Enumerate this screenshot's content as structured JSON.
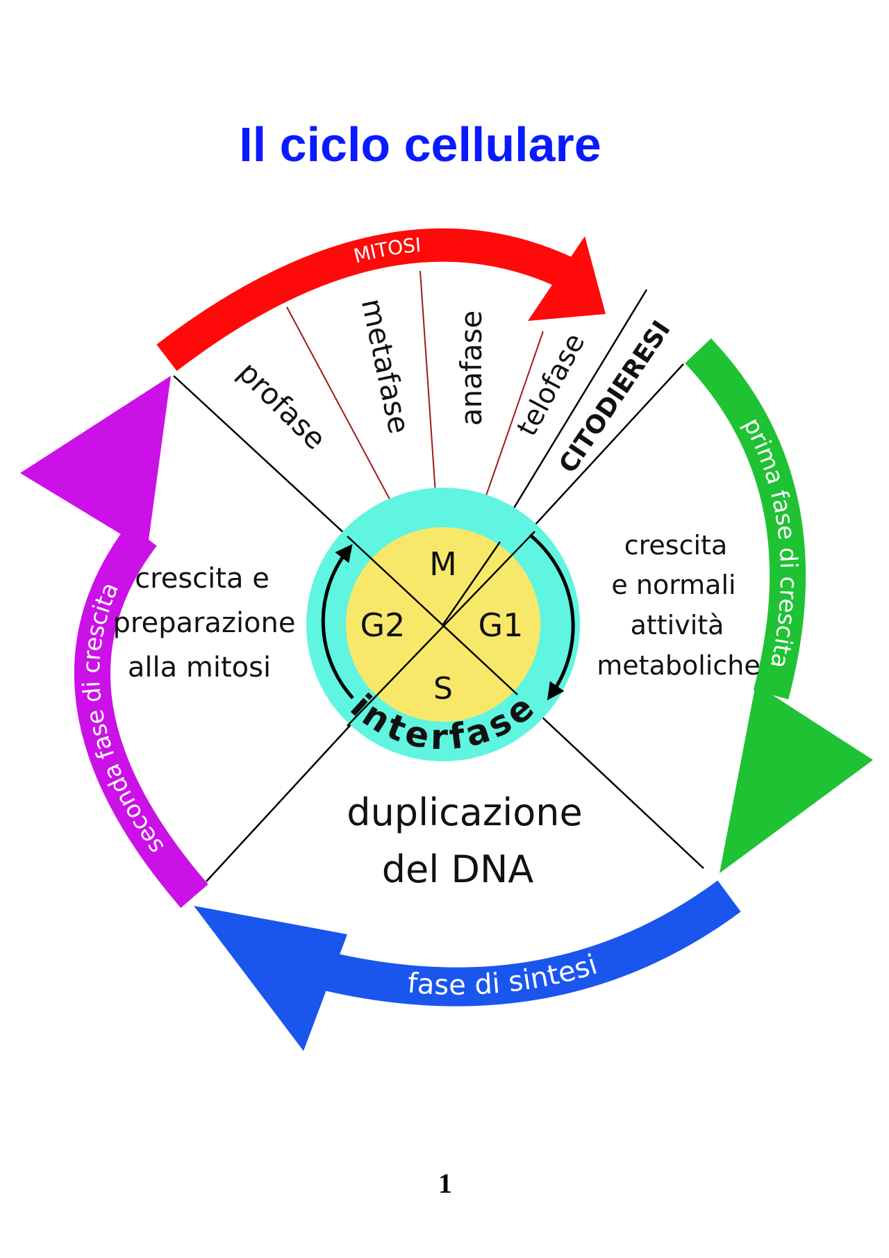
{
  "title": "Il ciclo cellulare",
  "page_number": "1",
  "colors": {
    "title": "#0a1aff",
    "mitosi_arrow": "#ff0a0a",
    "g1_arrow": "#1ec232",
    "s_arrow": "#1a55ee",
    "g2_arrow": "#cc10e8",
    "interphase_ring": "#5ff5e0",
    "core": "#f8e86a",
    "phase_lines": "#a01818"
  },
  "arrows": {
    "mitosi": "MITOSI",
    "g1": "prima fase di crescita",
    "s": "fase di sintesi",
    "g2": "seconda fase di crescita"
  },
  "mitosis_phases": [
    "profase",
    "metafase",
    "anafase",
    "telofase"
  ],
  "citodieresi": "CITODIERESI",
  "core": {
    "m": "M",
    "g1": "G1",
    "g2": "G2",
    "s": "S",
    "ring": "interfase"
  },
  "descriptions": {
    "g2": [
      "crescita e",
      "preparazione",
      "alla mitosi"
    ],
    "g1": [
      "crescita",
      "e normali",
      "attività",
      "metaboliche"
    ],
    "s": [
      "duplicazione",
      "del DNA"
    ]
  }
}
